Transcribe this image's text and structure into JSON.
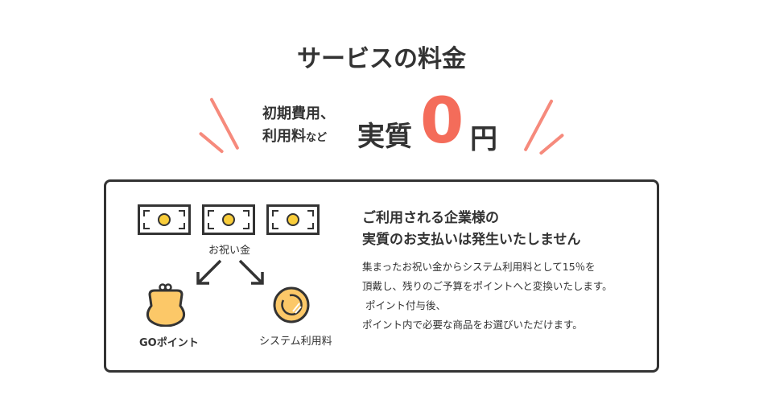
{
  "title": "サービスの料金",
  "headline": {
    "sub_line1": "初期費用、",
    "sub_line2": "利用料",
    "sub_suffix": "など",
    "jisshitsu": "実質",
    "price": "0",
    "yen": "円",
    "accent": "#f46c5a"
  },
  "diagram": {
    "source_label": "お祝い金",
    "left_label": "GOポイント",
    "right_label": "システム利用料"
  },
  "info": {
    "heading_line1": "ご利用される企業様の",
    "heading_line2": "実質のお支払いは発生いたしません",
    "body": "集まったお祝い金からシステム利用料として15％を\n頂戴し、残りのご予算をポイントへと変換いたします。\n ポイント付与後、\nポイント内で必要な商品をお選びいただけます。"
  }
}
